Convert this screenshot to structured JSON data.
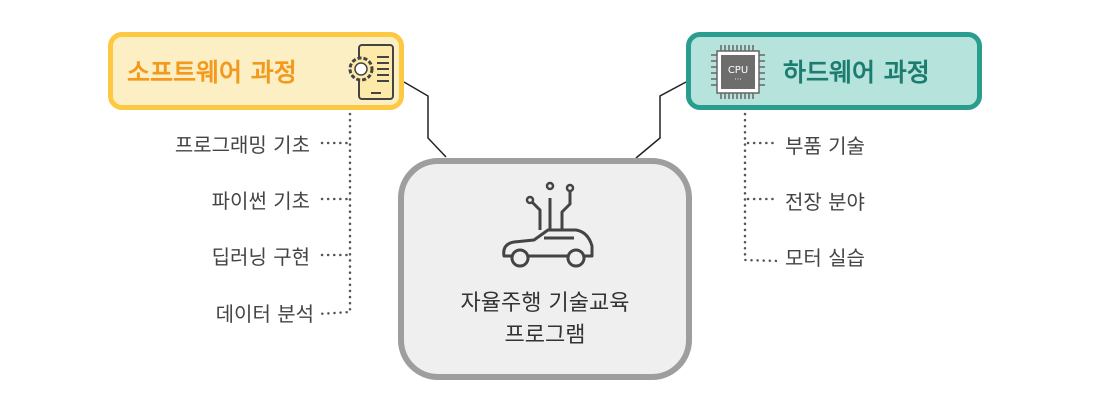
{
  "software": {
    "title": "소프트웨어 과정",
    "icon": "code-phone-icon",
    "items": [
      "프로그래밍 기초",
      "파이썬 기초",
      "딥러닝 구현",
      "데이터 분석"
    ],
    "color": "#f39a1e"
  },
  "hardware": {
    "title": "하드웨어 과정",
    "icon": "cpu-icon",
    "icon_text": "CPU",
    "items": [
      "부품 기술",
      "전장 분야",
      "모터 실습"
    ],
    "color": "#1d7c70"
  },
  "center": {
    "line1": "자율주행 기술교육",
    "line2": "프로그램",
    "icon": "smart-car-icon"
  }
}
